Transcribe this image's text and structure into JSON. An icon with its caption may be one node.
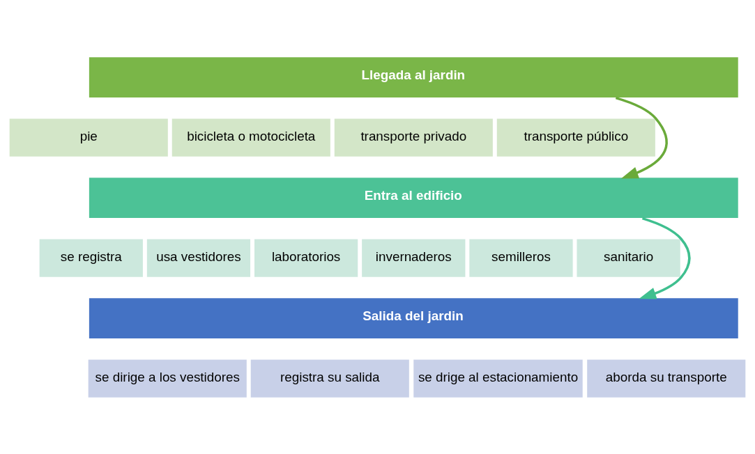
{
  "diagram": {
    "nodes": [
      {
        "text": [
          "Llegada al jardin"
        ]
      },
      {
        "text": [
          "pie"
        ]
      },
      {
        "text": [
          "bicicleta o motocicleta"
        ]
      },
      {
        "text": [
          "transporte privado"
        ]
      },
      {
        "text": [
          "transporte público"
        ]
      },
      {
        "text": [
          "Entra al edificio"
        ]
      },
      {
        "text": [
          "se registra"
        ]
      },
      {
        "text": [
          "usa vestidores"
        ]
      },
      {
        "text": [
          "laboratorios"
        ]
      },
      {
        "text": [
          "invernaderos"
        ]
      },
      {
        "text": [
          "semilleros"
        ]
      },
      {
        "text": [
          "sanitario"
        ]
      },
      {
        "text": [
          "Salida del jardin"
        ]
      },
      {
        "text": [
          "se dirige a los vestidores"
        ]
      },
      {
        "text": [
          "registra su salida"
        ]
      },
      {
        "text": [
          "se drige al estacionamiento"
        ]
      },
      {
        "text": [
          "aborda su transporte"
        ]
      }
    ],
    "edges": [
      {
        "from": 0,
        "to": 5,
        "arrow": "to",
        "color": "#6aaa3a"
      },
      {
        "from": 5,
        "to": 12,
        "arrow": "to",
        "color": "#3fbf8f"
      }
    ]
  }
}
